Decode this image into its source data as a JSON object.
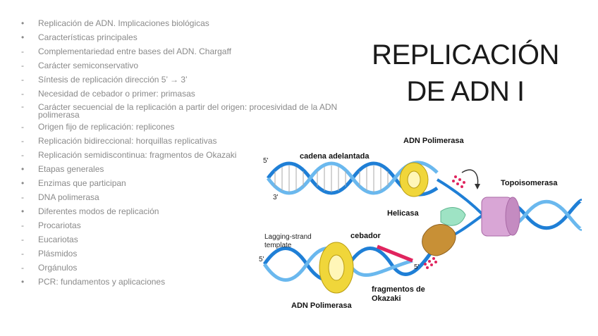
{
  "title": {
    "line1": "REPLICACIÓN",
    "line2": "DE ADN I"
  },
  "bullets": [
    {
      "marker": "•",
      "text": "Replicación de ADN. Implicaciones biológicas"
    },
    {
      "marker": "•",
      "text": "Características principales"
    },
    {
      "marker": "-",
      "text": "Complementariedad entre bases del ADN. Chargaff"
    },
    {
      "marker": "-",
      "text": "Carácter semiconservativo"
    },
    {
      "marker": "-",
      "text": "Síntesis de replicación dirección 5’ → 3’"
    },
    {
      "marker": "-",
      "text": "Necesidad de cebador o primer: primasas"
    },
    {
      "marker": "-",
      "text": "Carácter secuencial de la replicación a partir del origen: procesividad de la ADN polimerasa"
    },
    {
      "marker": "-",
      "text": "Origen fijo de replicación: replicones"
    },
    {
      "marker": "-",
      "text": "Replicación bidireccional: horquillas replicativas"
    },
    {
      "marker": "-",
      "text": "Replicación semidiscontinua: fragmentos de Okazaki"
    },
    {
      "marker": "•",
      "text": "Etapas generales"
    },
    {
      "marker": "•",
      "text": "Enzimas que participan"
    },
    {
      "marker": "-",
      "text": "DNA polimerasa"
    },
    {
      "marker": "•",
      "text": "Diferentes modos de replicación"
    },
    {
      "marker": "-",
      "text": "Procariotas"
    },
    {
      "marker": "-",
      "text": "Eucariotas"
    },
    {
      "marker": "-",
      "text": "Plásmidos"
    },
    {
      "marker": "-",
      "text": "Orgánulos"
    },
    {
      "marker": "•",
      "text": "PCR: fundamentos y aplicaciones"
    }
  ],
  "diagram": {
    "labels": {
      "leading_strand": "cadena adelantada",
      "polymerase_top": "ADN Polimerasa",
      "topoisomerase": "Topoisomerasa",
      "helicase": "Helicasa",
      "primer": "cebador",
      "lagging_template_1": "Lagging-strand",
      "lagging_template_2": "template",
      "okazaki_1": "fragmentos de",
      "okazaki_2": "Okazaki",
      "polymerase_bottom": "ADN Polimerasa",
      "five_prime_top": "5'",
      "three_prime_top": "3'",
      "five_prime_left": "5'",
      "five_prime_bottom": "5'"
    },
    "colors": {
      "strand_blue": "#1f7fd6",
      "strand_light": "#6ab8ee",
      "polymerase": "#f0d63a",
      "topoisomerase": "#d9a6d6",
      "helicase": "#9ee3c4",
      "primase": "#c89036",
      "primer": "#e0245e"
    }
  }
}
